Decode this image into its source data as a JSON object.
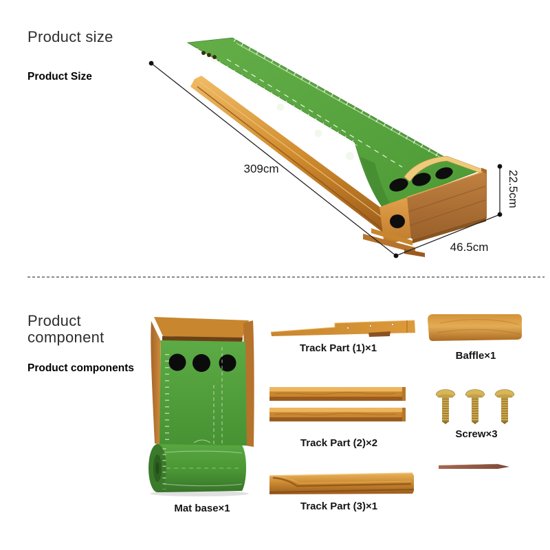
{
  "size_section": {
    "heading_light": "Product size",
    "heading_bold": "Product Size",
    "dimensions": {
      "length": "309cm",
      "width": "46.5cm",
      "height": "22.5cm"
    }
  },
  "component_section": {
    "heading_light": "Product component",
    "heading_bold": "Product components",
    "items": [
      {
        "id": "mat-base",
        "label": "Mat base×1"
      },
      {
        "id": "track-part-1",
        "label": "Track Part (1)×1"
      },
      {
        "id": "baffle",
        "label": "Baffle×1"
      },
      {
        "id": "track-part-2",
        "label": "Track Part (2)×2"
      },
      {
        "id": "screw",
        "label": "Screw×3"
      },
      {
        "id": "track-part-3",
        "label": "Track Part (3)×1"
      }
    ]
  },
  "colors": {
    "turf_green": "#55a23d",
    "turf_dark": "#3e812c",
    "wood_light": "#eec06a",
    "wood_mid": "#c8862f",
    "wood_dark": "#8a5420",
    "brass": "#cda74c",
    "text_dark": "#141414",
    "divider_gray": "#8a8a8a",
    "background": "#ffffff"
  }
}
